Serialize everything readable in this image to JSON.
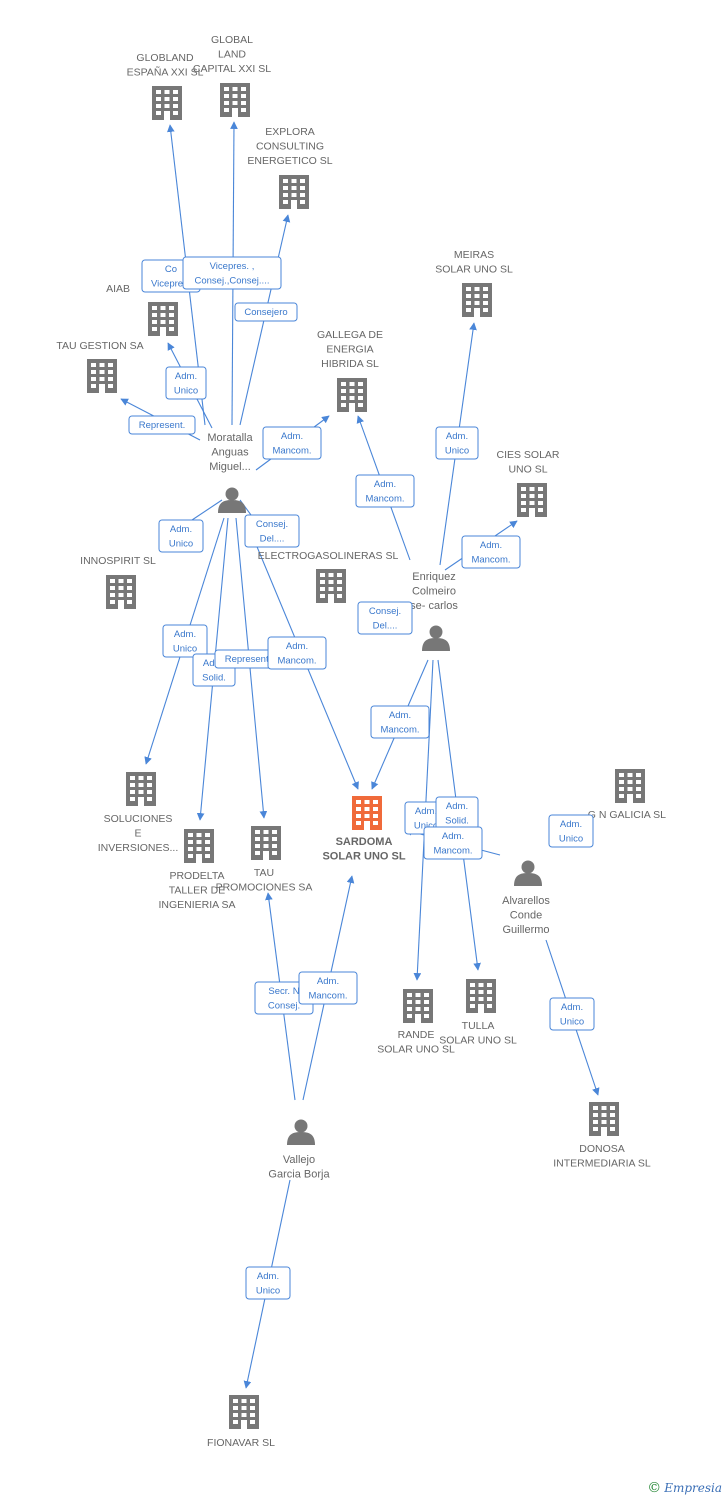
{
  "colors": {
    "edge": "#4a86d8",
    "company": "#777777",
    "focus": "#f06a3a",
    "person": "#777777"
  },
  "nodes": [
    {
      "id": "globland",
      "type": "company",
      "icon": "building-icon",
      "lines": [
        "GLOBLAND",
        "ESPAÑA XXI SL"
      ]
    },
    {
      "id": "global_land",
      "type": "company",
      "icon": "building-icon",
      "lines": [
        "GLOBAL",
        "LAND",
        "CAPITAL XXI SL"
      ]
    },
    {
      "id": "explora",
      "type": "company",
      "icon": "building-icon",
      "lines": [
        "EXPLORA",
        "CONSULTING",
        "ENERGETICO SL"
      ]
    },
    {
      "id": "aiab",
      "type": "company",
      "icon": "building-icon",
      "lines": [
        "AIAB"
      ]
    },
    {
      "id": "tau_gestion",
      "type": "company",
      "icon": "building-icon",
      "lines": [
        "TAU GESTION SA"
      ]
    },
    {
      "id": "gallega",
      "type": "company",
      "icon": "building-icon",
      "lines": [
        "GALLEGA DE",
        "ENERGIA",
        "HIBRIDA  SL"
      ]
    },
    {
      "id": "meiras",
      "type": "company",
      "icon": "building-icon",
      "lines": [
        "MEIRAS",
        "SOLAR UNO SL"
      ]
    },
    {
      "id": "cies",
      "type": "company",
      "icon": "building-icon",
      "lines": [
        "CIES SOLAR",
        "UNO SL"
      ]
    },
    {
      "id": "innospirit",
      "type": "company",
      "icon": "building-icon",
      "lines": [
        "INNOSPIRIT  SL"
      ]
    },
    {
      "id": "electro",
      "type": "company",
      "icon": "building-icon",
      "lines": [
        "ELECTROGASOLINERAS SL"
      ]
    },
    {
      "id": "soluciones",
      "type": "company",
      "icon": "building-icon",
      "lines": [
        "SOLUCIONES",
        "E",
        "INVERSIONES..."
      ]
    },
    {
      "id": "prodelta",
      "type": "company",
      "icon": "building-icon",
      "lines": [
        "PRODELTA",
        "TALLER DE",
        "INGENIERIA SA"
      ]
    },
    {
      "id": "tau_prom",
      "type": "company",
      "icon": "building-icon",
      "lines": [
        "TAU",
        "PROMOCIONES SA"
      ]
    },
    {
      "id": "sardoma",
      "type": "focus",
      "icon": "building-icon",
      "lines": [
        "SARDOMA",
        "SOLAR UNO SL"
      ]
    },
    {
      "id": "gngalicia",
      "type": "company",
      "icon": "building-icon",
      "lines": [
        "G N GALICIA SL"
      ]
    },
    {
      "id": "rande",
      "type": "company",
      "icon": "building-icon",
      "lines": [
        "RANDE",
        "SOLAR UNO SL"
      ]
    },
    {
      "id": "tulla",
      "type": "company",
      "icon": "building-icon",
      "lines": [
        "TULLA",
        "SOLAR UNO SL"
      ]
    },
    {
      "id": "donosa",
      "type": "company",
      "icon": "building-icon",
      "lines": [
        "DONOSA",
        "INTERMEDIARIA SL"
      ]
    },
    {
      "id": "fionavar",
      "type": "company",
      "icon": "building-icon",
      "lines": [
        "FIONAVAR SL"
      ]
    },
    {
      "id": "moratalla",
      "type": "person",
      "icon": "person-icon",
      "lines": [
        "Moratalla",
        "Anguas",
        "Miguel..."
      ]
    },
    {
      "id": "enriquez",
      "type": "person",
      "icon": "person-icon",
      "lines": [
        "Enriquez",
        "Colmeiro",
        "se- carlos"
      ]
    },
    {
      "id": "alvarellos",
      "type": "person",
      "icon": "person-icon",
      "lines": [
        "Alvarellos",
        "Conde",
        "Guillermo"
      ]
    },
    {
      "id": "vallejo",
      "type": "person",
      "icon": "person-icon",
      "lines": [
        "Vallejo",
        "Garcia Borja"
      ]
    }
  ],
  "relations": [
    {
      "id": "r_aiab_co",
      "lines": [
        "Co",
        "Vicepre..."
      ]
    },
    {
      "id": "r_vicepres",
      "lines": [
        "Vicepres. ,",
        "Consej.,Consej...."
      ]
    },
    {
      "id": "r_consejero",
      "lines": [
        "Consejero"
      ]
    },
    {
      "id": "r_aiab_adm",
      "lines": [
        "Adm.",
        "Unico"
      ]
    },
    {
      "id": "r_tau_rep",
      "lines": [
        "Represent."
      ]
    },
    {
      "id": "r_gallega_mor",
      "lines": [
        "Adm.",
        "Mancom."
      ]
    },
    {
      "id": "r_gallega_enr",
      "lines": [
        "Adm.",
        "Mancom."
      ]
    },
    {
      "id": "r_meiras",
      "lines": [
        "Adm.",
        "Unico"
      ]
    },
    {
      "id": "r_cies",
      "lines": [
        "Adm.",
        "Mancom."
      ]
    },
    {
      "id": "r_innospirit",
      "lines": [
        "Adm.",
        "Unico"
      ]
    },
    {
      "id": "r_electro",
      "lines": [
        "Consej.",
        "Del...."
      ]
    },
    {
      "id": "r_enr_consej",
      "lines": [
        "Consej.",
        "Del...."
      ]
    },
    {
      "id": "r_soluciones",
      "lines": [
        "Adm.",
        "Unico"
      ]
    },
    {
      "id": "r_prodelta",
      "lines": [
        "Adm.",
        "Solid."
      ]
    },
    {
      "id": "r_tauprom_rep",
      "lines": [
        "Represent."
      ]
    },
    {
      "id": "r_sardoma_mor",
      "lines": [
        "Adm.",
        "Mancom."
      ]
    },
    {
      "id": "r_sardoma_enr",
      "lines": [
        "Adm.",
        "Mancom."
      ]
    },
    {
      "id": "r_rande",
      "lines": [
        "Adm.",
        "Unico"
      ]
    },
    {
      "id": "r_tulla",
      "lines": [
        "Adm.",
        "Solid."
      ]
    },
    {
      "id": "r_alv_sard",
      "lines": [
        "Adm.",
        "Mancom."
      ]
    },
    {
      "id": "r_gngalicia",
      "lines": [
        "Adm.",
        "Unico"
      ]
    },
    {
      "id": "r_donosa",
      "lines": [
        "Adm.",
        "Unico"
      ]
    },
    {
      "id": "r_vallejo_secr",
      "lines": [
        "Secr.  N",
        "Consej."
      ]
    },
    {
      "id": "r_vallejo_sard",
      "lines": [
        "Adm.",
        "Mancom."
      ]
    },
    {
      "id": "r_fionavar",
      "lines": [
        "Adm.",
        "Unico"
      ]
    }
  ],
  "footer": {
    "copyright": "©",
    "brand": "Empresia"
  }
}
